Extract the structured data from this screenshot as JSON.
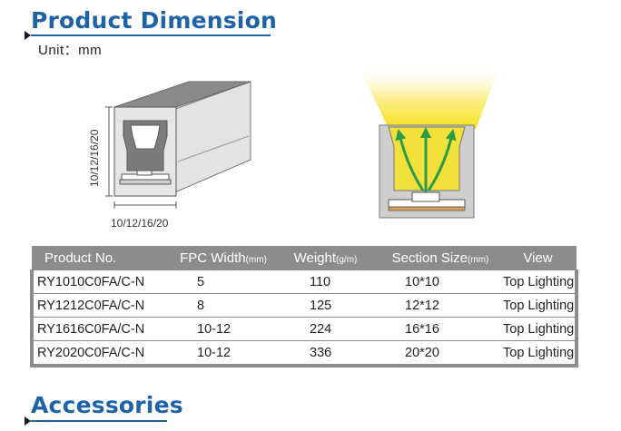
{
  "header": {
    "title": "Product Dimension",
    "unit": "Unit：mm"
  },
  "diagram": {
    "vertical_label": "10/12/16/20",
    "horizontal_label": "10/12/16/20"
  },
  "table": {
    "headers": [
      {
        "label": "Product No.",
        "unit": ""
      },
      {
        "label": "FPC Width",
        "unit": "(mm)"
      },
      {
        "label": "Weight",
        "unit": "(g/m)"
      },
      {
        "label": "Section Size",
        "unit": "(mm)"
      },
      {
        "label": "View",
        "unit": ""
      }
    ],
    "rows": [
      [
        "RY1010C0FA/C-N",
        "5",
        "110",
        "10*10",
        "Top Lighting"
      ],
      [
        "RY1212C0FA/C-N",
        "8",
        "125",
        "12*12",
        "Top Lighting"
      ],
      [
        "RY1616C0FA/C-N",
        "10-12",
        "224",
        "16*16",
        "Top Lighting"
      ],
      [
        "RY2020C0FA/C-N",
        "10-12",
        "336",
        "20*20",
        "Top Lighting"
      ]
    ]
  },
  "footer": {
    "title": "Accessories"
  },
  "colors": {
    "accent": "#1d63a6",
    "table_header": "#8c8c8c",
    "light_yellow": "#f5e21a",
    "arrow_green": "#2e9a47"
  }
}
